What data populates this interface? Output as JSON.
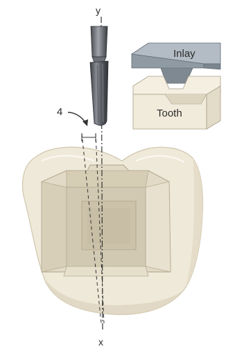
{
  "labels": {
    "axis_top": "y",
    "axis_bottom": "x",
    "angle_marker": "4",
    "inset_upper": "Inlay",
    "inset_lower": "Tooth"
  },
  "colors": {
    "background": "#ffffff",
    "tooth_fill": "#efe9d9",
    "tooth_shadow": "#d9d1bb",
    "cavity_fill": "#e2dac6",
    "cavity_floor": "#d2c9b2",
    "bur_dark": "#4a4d52",
    "bur_light": "#8a8e94",
    "inlay_fill": "#8f9aa3",
    "inlay_top": "#a9b3bb",
    "inset_tooth": "#f1ebdc",
    "line": "#333333"
  }
}
